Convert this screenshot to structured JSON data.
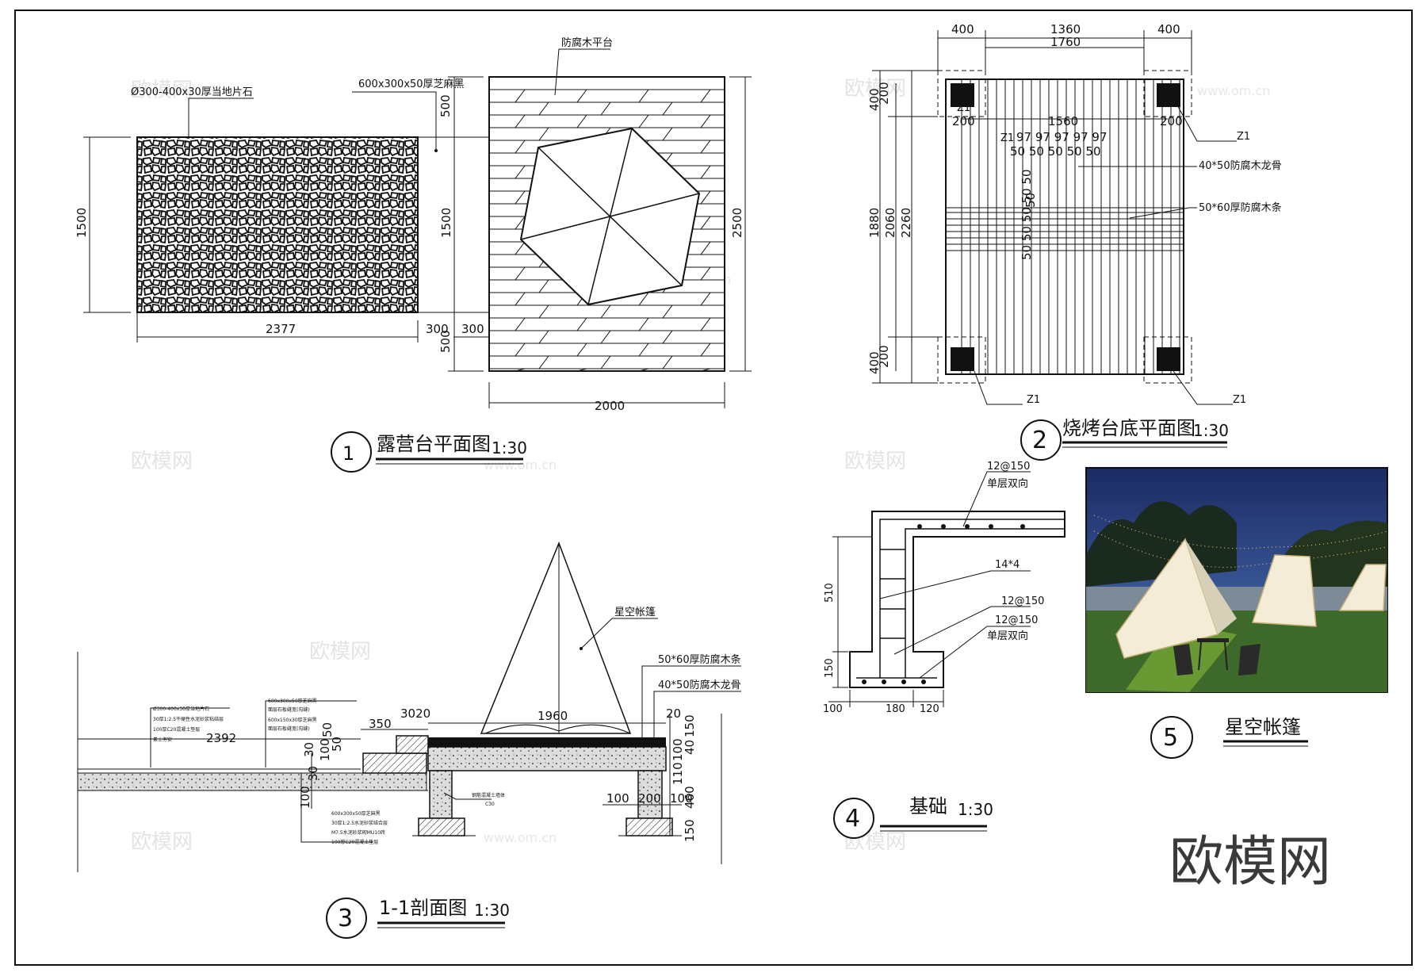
{
  "colors": {
    "line": "#111111",
    "paper": "#ffffff",
    "night_sky": "#1e2a5a",
    "grass": "#3d6a2a",
    "tent": "#f4ecd6",
    "light": "#ffd27a"
  },
  "plan1": {
    "stone_label": "Ø300-400x30厚当地片石",
    "paver_label": "600x300x50厚芝麻黑",
    "deck_label": "防腐木平台",
    "dims": {
      "h1500a": "1500",
      "h1500b": "1500",
      "w2377": "2377",
      "w300a": "300",
      "w300b": "300",
      "v500a": "500",
      "v500b": "500",
      "h2500": "2500",
      "w2000": "2000"
    },
    "title_no": "1",
    "title": "露营台平面图",
    "scale": "1:30"
  },
  "plan2": {
    "dims": {
      "top400a": "400",
      "top1360": "1360",
      "top1760": "1760",
      "top400b": "400",
      "w1560": "1560",
      "s200a": "200",
      "s200b": "200",
      "slats97": "97 97 97 97 97",
      "gaps50": "50 50 50 50 50",
      "v400a": "400",
      "v200a": "200",
      "v1880": "1880",
      "v2060": "2060",
      "v2260": "2260",
      "v400b": "400",
      "v200b": "200",
      "c50": "50",
      "mid_numbers": "50 50 50 50 50"
    },
    "labels": {
      "z1a": "Z1",
      "z1b": "Z1",
      "z1c": "Z1",
      "z1d": "Z1",
      "z1e": "Z1",
      "joist": "40*50防腐木龙骨",
      "slat": "50*60厚防腐木条"
    },
    "title_no": "2",
    "title": "烧烤台底平面图",
    "scale": "1:30"
  },
  "section3": {
    "tent_label": "星空帐篷",
    "slat_label": "50*60厚防腐木条",
    "joist_label": "40*50防腐木龙骨",
    "dims": {
      "w1960": "1960",
      "w2392": "2392",
      "w350": "350",
      "w3020": "3020",
      "w20": "20",
      "v50": "50",
      "v30a": "30",
      "v100a": "100",
      "v150": "150",
      "v40": "40",
      "v110": "110",
      "v100b": "100",
      "v460": "460",
      "v150b": "150",
      "v100c": "100",
      "w100": "100",
      "w200": "200",
      "w100b": "100",
      "v30": "30",
      "v50b": "50"
    },
    "left_notes": [
      "Ø300-400x30厚当地片石",
      "30厚1:2.5干硬性水泥砂浆粘结层",
      "100厚C20混凝土垫层",
      "素土夯实"
    ],
    "mid_notes": [
      "600x300x50厚芝麻黑",
      "面层石板缝宽(勾缝)",
      "600x150x30厚芝麻黑",
      "面层石板缝宽(勾缝)"
    ],
    "bottom_notes": [
      "600x300x50厚芝麻黑",
      "30厚1:2.5水泥砂浆结合层",
      "M7.5水泥砂浆砌MU10砖",
      "100厚C20混凝土垫层"
    ],
    "footing_note": "钢筋混凝土墙体",
    "footing_c": "C30",
    "title_no": "3",
    "title": "1-1剖面图",
    "scale": "1:30"
  },
  "foundation4": {
    "rebar1": "12@150",
    "rebar1_note": "单层双向",
    "rebar2": "14*4",
    "rebar3": "12@150",
    "rebar4": "12@150",
    "rebar4_note": "单层双向",
    "dims": {
      "v510": "510",
      "v150": "150",
      "w100": "100",
      "w180": "180",
      "w120": "120"
    },
    "title_no": "4",
    "title": "基础",
    "scale": "1:30"
  },
  "photo5": {
    "title_no": "5",
    "title": "星空帐篷"
  },
  "watermarks": {
    "cn": "欧模网",
    "url": "www.om.cn",
    "big": "欧模网"
  }
}
